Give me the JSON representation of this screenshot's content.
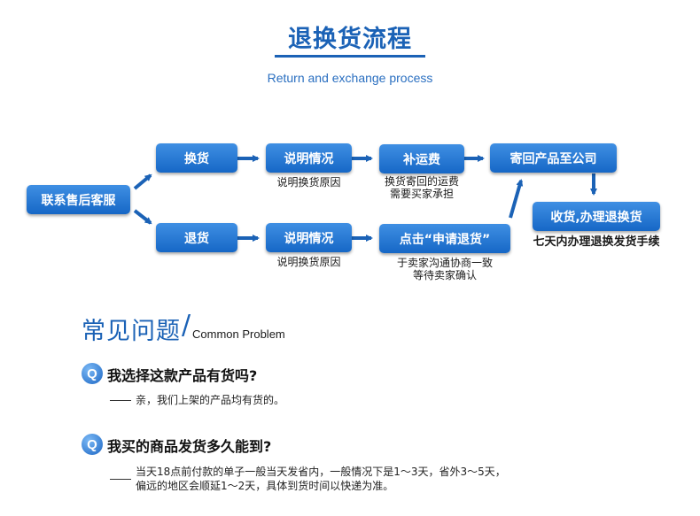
{
  "header": {
    "title": "退换货流程",
    "subtitle": "Return and exchange process"
  },
  "flow": {
    "start": "联系售后客服",
    "exchange": {
      "step1": "换货",
      "step2": "说明情况",
      "step2_note": "说明换货原因",
      "step3": "补运费",
      "step3_note_line1": "换货寄回的运费",
      "step3_note_line2": "需要买家承担"
    },
    "return": {
      "step1": "退货",
      "step2": "说明情况",
      "step2_note": "说明换货原因",
      "step3": "点击“申请退货”",
      "step3_note_line1": "于卖家沟通协商一致",
      "step3_note_line2": "等待卖家确认"
    },
    "ship_back": "寄回产品至公司",
    "finish": "收货,办理退换货",
    "finish_note": "七天内办理退换发货手续"
  },
  "faq": {
    "title": "常见问题",
    "subtitle": "Common Problem",
    "items": [
      {
        "badge": "Q",
        "question": "我选择这款产品有货吗?",
        "answer_lines": [
          "亲，我们上架的产品均有货的。"
        ]
      },
      {
        "badge": "Q",
        "question": "我买的商品发货多久能到?",
        "answer_lines": [
          "当天18点前付款的单子一般当天发省内，一般情况下是1～3天，省外3～5天，",
          "偏远的地区会顺延1～2天，具体到货时间以快递为准。"
        ]
      }
    ]
  },
  "colors": {
    "accent": "#1b62b6",
    "box_top": "#3f8fe3",
    "box_bottom": "#1667c6"
  }
}
